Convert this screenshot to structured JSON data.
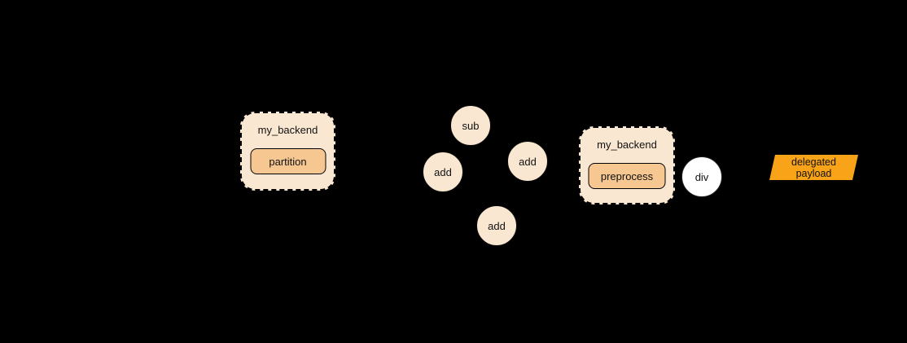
{
  "diagram": {
    "description": "Backend delegation graph diagram",
    "background": "#000000"
  },
  "colors": {
    "cluster_fill": "#fae7d2",
    "cluster_border": "#000000",
    "inner_node_fill": "#f6c791",
    "op_fill": "#fae7d2",
    "div_op_fill": "#ffffff",
    "payload_fill": "#f9a319",
    "text": "#111111"
  },
  "clusters": [
    {
      "title": "my_backend",
      "node": "partition"
    },
    {
      "title": "my_backend",
      "node": "preprocess"
    }
  ],
  "ops": [
    {
      "label": "sub"
    },
    {
      "label": "add"
    },
    {
      "label": "add"
    },
    {
      "label": "add"
    }
  ],
  "div_op": {
    "label": "div"
  },
  "payload": {
    "lines": [
      "delegated",
      "payload"
    ]
  }
}
